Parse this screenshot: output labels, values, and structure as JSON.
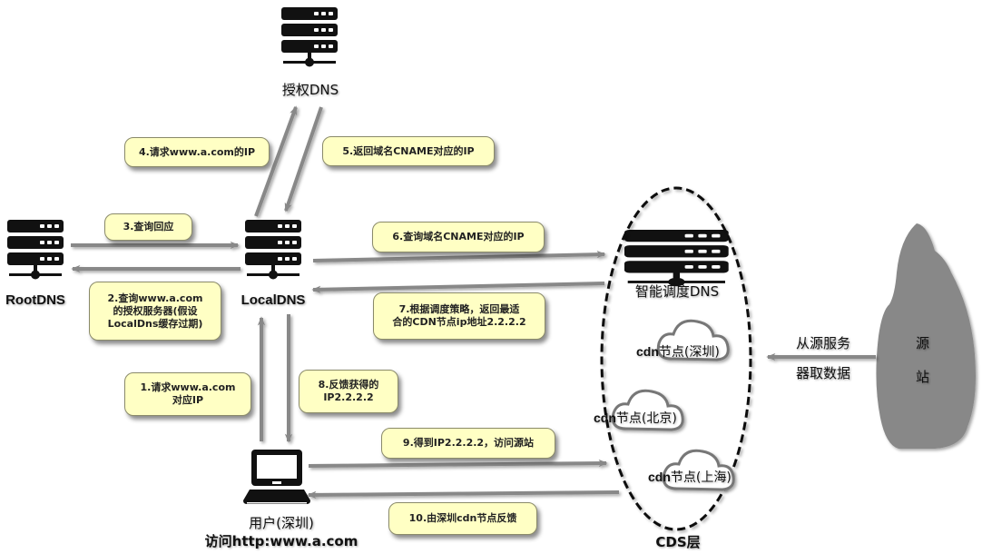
{
  "nodes": {
    "auth_dns": {
      "label": "授权DNS",
      "icon": "server-icon"
    },
    "root_dns": {
      "label": "RootDNS",
      "icon": "server-icon"
    },
    "local_dns": {
      "label": "LocalDNS",
      "icon": "server-icon"
    },
    "smart_dns": {
      "label": "智能调度DNS",
      "icon": "server-icon"
    },
    "user": {
      "label_line1": "用户(深圳)",
      "label_line2": "访问http:www.a.com",
      "icon": "laptop-icon"
    },
    "cds_layer": {
      "label": "CDS层"
    },
    "origin": {
      "label_line1": "源",
      "label_line2": "站",
      "color": "#888888"
    }
  },
  "cdn_nodes": [
    {
      "prefix": "cdn",
      "label": "节点(深圳)"
    },
    {
      "prefix": "cdn",
      "label": "节点(北京)"
    },
    {
      "prefix": "cdn",
      "label": "节点(上海)"
    }
  ],
  "steps": [
    {
      "id": 1,
      "text": "1.请求www.a.com\n对应IP"
    },
    {
      "id": 2,
      "text": "2.查询www.a.com\n的授权服务器(假设\nLocalDns缓存过期)"
    },
    {
      "id": 3,
      "text": "3.查询回应"
    },
    {
      "id": 4,
      "text": "4.请求www.a.com的IP"
    },
    {
      "id": 5,
      "text": "5.返回域名CNAME对应的IP"
    },
    {
      "id": 6,
      "text": "6.查询域名CNAME对应的IP"
    },
    {
      "id": 7,
      "text": "7.根据调度策略，返回最适\n合的CDN节点ip地址2.2.2.2"
    },
    {
      "id": 8,
      "text": "8.反馈获得的\nIP2.2.2.2"
    },
    {
      "id": 9,
      "text": "9.得到IP2.2.2.2，访问源站"
    },
    {
      "id": 10,
      "text": "10.由深圳cdn节点反馈"
    }
  ],
  "origin_fetch": {
    "line1": "从源服务",
    "line2": "器取数据"
  },
  "colors": {
    "note_bg": "#ffffc4",
    "arrow": "#888888",
    "icon": "#111111"
  }
}
